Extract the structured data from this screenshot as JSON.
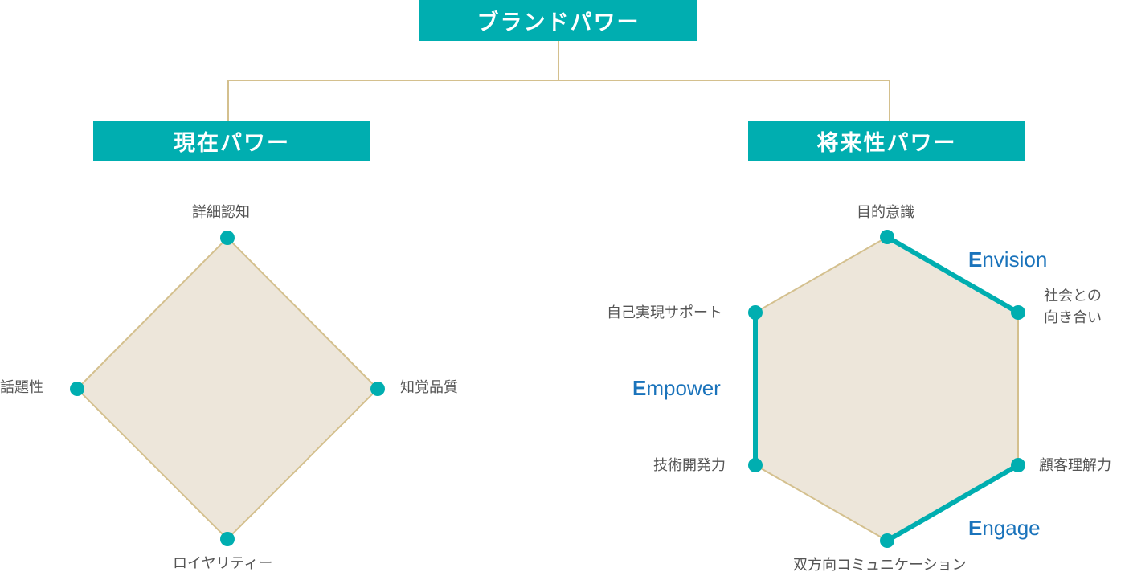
{
  "title": "ブランドパワー",
  "branches": {
    "current": "現在パワー",
    "future": "将来性パワー"
  },
  "current_axes": {
    "top": "詳細認知",
    "right": "知覚品質",
    "bottom": "ロイヤリティー",
    "left": "話題性"
  },
  "future_axes": {
    "top": "目的意識",
    "upper_right_1": "社会との",
    "upper_right_2": "向き合い",
    "lower_right": "顧客理解力",
    "bottom": "双方向コミュニケーション",
    "lower_left": "技術開発力",
    "upper_left": "自己実現サポート"
  },
  "e_labels": {
    "envision_cap": "E",
    "envision_rest": "nvision",
    "empower_cap": "E",
    "empower_rest": "mpower",
    "engage_cap": "E",
    "engage_rest": "ngage"
  },
  "colors": {
    "teal": "#00aeb0",
    "connector": "#d4c08e",
    "fill": "#ede6da",
    "e_text": "#1a73bb"
  }
}
